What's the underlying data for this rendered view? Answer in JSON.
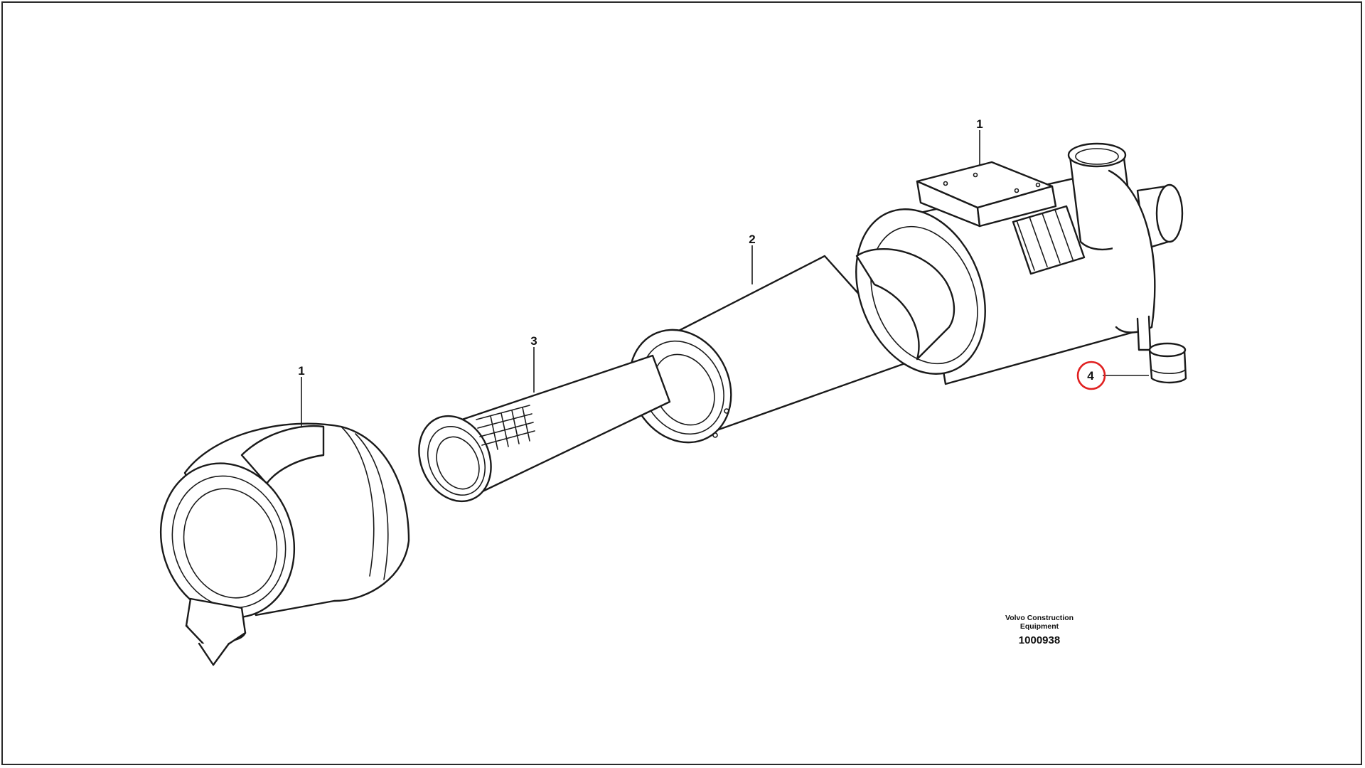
{
  "callouts": {
    "housing_right": "1",
    "outer_element": "2",
    "inner_element": "3",
    "plug": "4",
    "cover_left": "1"
  },
  "highlight_color": "#e02020",
  "caption": {
    "line1": "Volvo Construction",
    "line2": "Equipment",
    "figure_number": "1000938"
  }
}
